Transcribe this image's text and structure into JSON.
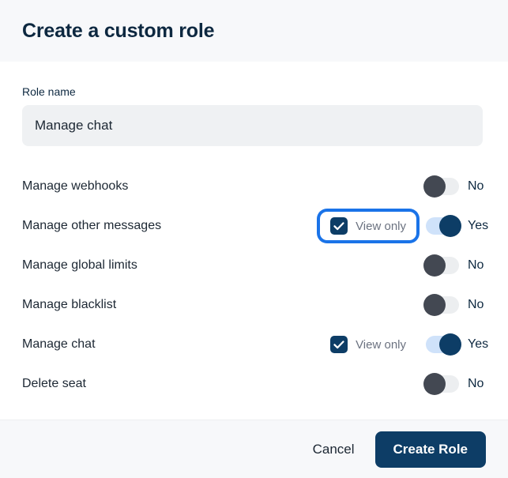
{
  "dialog": {
    "title": "Create a custom role"
  },
  "form": {
    "role_name": {
      "label": "Role name",
      "value": "Manage chat",
      "placeholder": "Role name"
    }
  },
  "permissions": {
    "view_only_label": "View only",
    "toggle_on_label": "Yes",
    "toggle_off_label": "No",
    "rows": [
      {
        "label": "Manage webhooks",
        "has_view_only": false,
        "view_only_checked": false,
        "view_only_focused": false,
        "enabled": false,
        "toggle_label": "No"
      },
      {
        "label": "Manage other messages",
        "has_view_only": true,
        "view_only_checked": true,
        "view_only_focused": true,
        "enabled": true,
        "toggle_label": "Yes"
      },
      {
        "label": "Manage global limits",
        "has_view_only": false,
        "view_only_checked": false,
        "view_only_focused": false,
        "enabled": false,
        "toggle_label": "No"
      },
      {
        "label": "Manage blacklist",
        "has_view_only": false,
        "view_only_checked": false,
        "view_only_focused": false,
        "enabled": false,
        "toggle_label": "No"
      },
      {
        "label": "Manage chat",
        "has_view_only": true,
        "view_only_checked": true,
        "view_only_focused": false,
        "enabled": true,
        "toggle_label": "Yes"
      },
      {
        "label": "Delete seat",
        "has_view_only": false,
        "view_only_checked": false,
        "view_only_focused": false,
        "enabled": false,
        "toggle_label": "No"
      }
    ]
  },
  "footer": {
    "cancel_label": "Cancel",
    "submit_label": "Create Role"
  },
  "colors": {
    "header_bg": "#f7f8fa",
    "primary": "#0d3d66",
    "focus_ring": "#1a73e8",
    "toggle_on_track": "#cfe2fa",
    "toggle_off_knob": "#434852",
    "text": "#1c2733",
    "muted_text": "#6b7280"
  }
}
